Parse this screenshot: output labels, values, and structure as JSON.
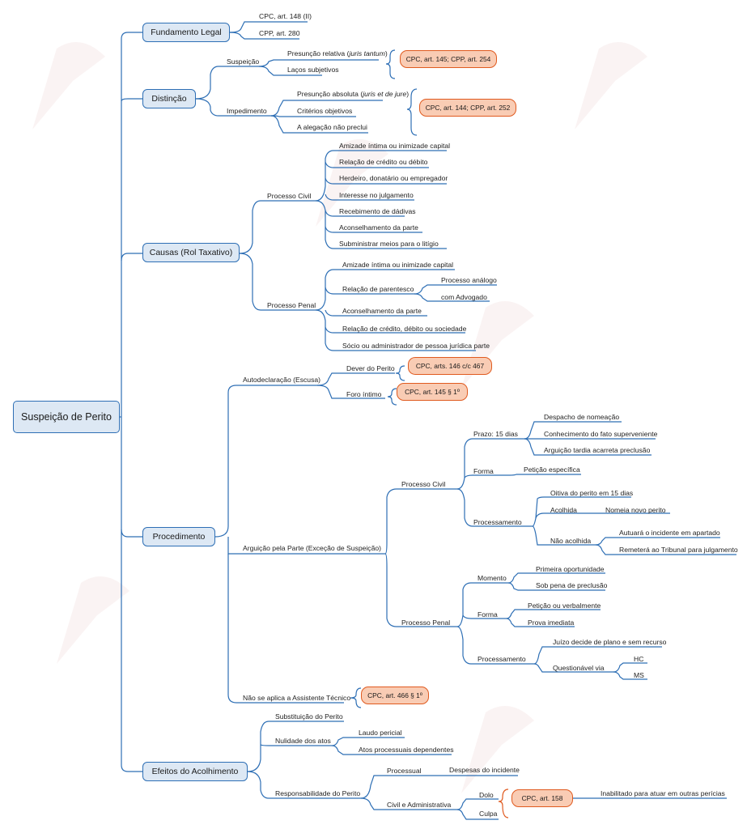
{
  "root": "Suspeição de Perito",
  "fundamento": {
    "title": "Fundamento Legal",
    "items": [
      "CPC, art. 148 (II)",
      "CPP, art. 280"
    ]
  },
  "distincao": {
    "title": "Distinção",
    "suspeicao": {
      "label": "Suspeição",
      "items": [
        {
          "pre": "Presunção relativa (",
          "em": "juris tantum",
          "post": ")"
        },
        {
          "pre": "Laços subjetivos",
          "em": "",
          "post": ""
        }
      ],
      "ref": "CPC, art. 145; CPP, art. 254"
    },
    "impedimento": {
      "label": "Impedimento",
      "items": [
        {
          "pre": "Presunção absoluta (",
          "em": "juris et de jure",
          "post": ")"
        },
        {
          "pre": "Critérios objetivos",
          "em": "",
          "post": ""
        },
        {
          "pre": "A alegação não preclui",
          "em": "",
          "post": ""
        }
      ],
      "ref": "CPC, art. 144; CPP, art. 252"
    }
  },
  "causas": {
    "title": "Causas (Rol Taxativo)",
    "civil": {
      "label": "Processo Civil",
      "items": [
        "Amizade íntima ou inimizade capital",
        "Relação de crédito ou débito",
        "Herdeiro, donatário ou empregador",
        "Interesse no julgamento",
        "Recebimento de dádivas",
        "Aconselhamento da parte",
        "Subministrar meios para o litígio"
      ]
    },
    "penal": {
      "label": "Processo Penal",
      "amizade": "Amizade íntima ou inimizade capital",
      "parentesco": "Relação de parentesco",
      "parentesco_items": [
        "Processo análogo",
        "com Advogado"
      ],
      "aconselhamento": "Aconselhamento da parte",
      "credito": "Relação de crédito, débito ou sociedade",
      "socio": "Sócio ou administrador de pessoa jurídica parte"
    }
  },
  "procedimento": {
    "title": "Procedimento",
    "auto": {
      "label": "Autodeclaração (Escusa)",
      "dever": "Dever do Perito",
      "dever_ref": "CPC, arts. 146 c/c 467",
      "foro": "Foro íntimo",
      "foro_ref": "CPC, art. 145 § 1º"
    },
    "arguicao": {
      "label": "Arguição pela Parte (Exceção de Suspeição)",
      "civil": {
        "label": "Processo Civil",
        "prazo": "Prazo: 15 dias",
        "prazo_items": [
          "Despacho de nomeação",
          "Conhecimento do fato superveniente",
          "Arguição tardia acarreta preclusão"
        ],
        "forma": "Forma",
        "forma_item": "Petição específica",
        "proc": "Processamento",
        "oitiva": "Oitiva do perito em 15 dias",
        "acolhida": "Acolhida",
        "acolhida_item": "Nomeia novo perito",
        "nao": "Não acolhida",
        "nao_items": [
          "Autuará o incidente em apartado",
          "Remeterá ao Tribunal para julgamento"
        ]
      },
      "penal": {
        "label": "Processo Penal",
        "momento": "Momento",
        "momento_items": [
          "Primeira oportunidade",
          "Sob pena de preclusão"
        ],
        "forma": "Forma",
        "forma_items": [
          "Petição ou verbalmente",
          "Prova imediata"
        ],
        "proc": "Processamento",
        "juizo": "Juízo decide de plano e sem recurso",
        "quest": "Questionável via",
        "quest_items": [
          "HC",
          "MS"
        ]
      }
    },
    "assistente": "Não se aplica a Assistente Técnico",
    "assistente_ref": "CPC, art. 466 § 1º"
  },
  "efeitos": {
    "title": "Efeitos do Acolhimento",
    "subst": "Substituição do Perito",
    "nulidade": "Nulidade dos atos",
    "nulidade_items": [
      "Laudo pericial",
      "Atos processuais dependentes"
    ],
    "resp": "Responsabilidade do Perito",
    "processual": "Processual",
    "despesas": "Despesas do incidente",
    "civil_adm": "Civil e Administrativa",
    "dolo": "Dolo",
    "culpa": "Culpa",
    "ref": "CPC, art. 158",
    "inabilitado": "Inabilitado para atuar em outras perícias"
  },
  "colors": {
    "line_blue": "#2e6fb5",
    "box_fill": "#dde8f4",
    "ref_fill": "#f9ccb4",
    "ref_border": "#e05a1f"
  }
}
